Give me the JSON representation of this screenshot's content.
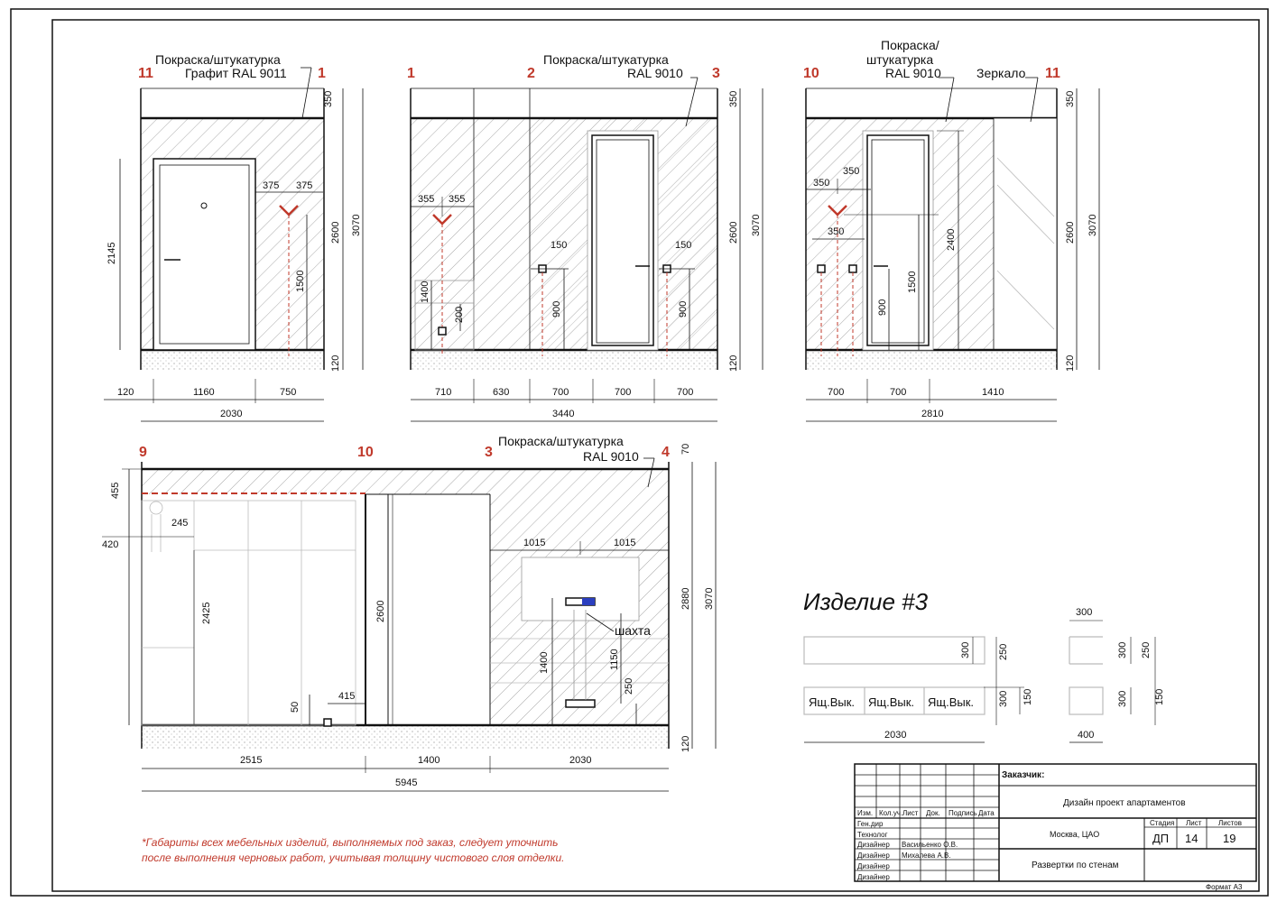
{
  "colors": {
    "ink": "#111111",
    "accent_red": "#c0392b",
    "hatch": "#9a9a9a",
    "riser_blue": "#2b3fbf"
  },
  "elevation_1": {
    "axis_left": "11",
    "axis_right": "1",
    "finish_line1": "Покраска/штукатурка",
    "finish_line2": "Графит RAL 9011",
    "h_top": "350",
    "h_wall": "2600",
    "h_total": "3070",
    "h_floor": "120",
    "door_h": "2145",
    "lamp_left": "375",
    "lamp_right": "375",
    "lamp_h": "1500",
    "w_a": "120",
    "w_b": "1160",
    "w_c": "750",
    "w_total": "2030"
  },
  "elevation_2": {
    "axis_1": "1",
    "axis_2": "2",
    "axis_3": "3",
    "finish_line1": "Покраска/штукатурка",
    "finish_line2": "RAL 9010",
    "h_top": "350",
    "h_wall": "2600",
    "h_total": "3070",
    "h_floor": "120",
    "lamp_left": "355",
    "lamp_right": "355",
    "d_1400": "1400",
    "d_200": "200",
    "sw_left": "150",
    "sw_right": "150",
    "sw_h_left": "900",
    "sw_h_right": "900",
    "w_a": "710",
    "w_b": "630",
    "w_c": "700",
    "w_d": "700",
    "w_e": "700",
    "w_total": "3440"
  },
  "elevation_3": {
    "axis_left": "10",
    "axis_right": "11",
    "finish_line1": "Покраска/",
    "finish_line2": "штукатурка",
    "finish_line3": "RAL 9010",
    "mirror_label": "Зеркало",
    "h_top": "350",
    "h_wall": "2600",
    "h_total": "3070",
    "h_floor": "120",
    "d_350a": "350",
    "d_350b": "350",
    "d_350c": "350",
    "d_2400": "2400",
    "d_1500": "1500",
    "d_900": "900",
    "w_a": "700",
    "w_b": "700",
    "w_c": "1410",
    "w_total": "2810"
  },
  "elevation_4": {
    "axis_9": "9",
    "axis_10": "10",
    "axis_3": "3",
    "axis_4": "4",
    "finish_line1": "Покраска/штукатурка",
    "finish_line2": "RAL 9010",
    "h_top": "70",
    "h_wall": "2880",
    "h_total": "3070",
    "h_floor": "120",
    "d_455": "455",
    "d_245": "245",
    "d_420": "420",
    "d_2425": "2425",
    "d_2600": "2600",
    "d_415": "415",
    "d_50": "50",
    "d_1015a": "1015",
    "d_1015b": "1015",
    "d_1400": "1400",
    "d_1150": "1150",
    "d_250": "250",
    "shaft_label": "шахта",
    "w_a": "2515",
    "w_b": "1400",
    "w_c": "2030",
    "w_total": "5945"
  },
  "product": {
    "title": "Изделие #3",
    "d_300a": "300",
    "d_250a": "250",
    "d_300b": "300",
    "d_150a": "150",
    "drawer_1": "Ящ.Вык.",
    "drawer_2": "Ящ.Вык.",
    "drawer_3": "Ящ.Вык.",
    "w_total": "2030",
    "side_top": "300",
    "side_300a": "300",
    "side_250": "250",
    "side_300b": "300",
    "side_150": "150",
    "side_w": "400"
  },
  "note": {
    "line1": "*Габариты всех мебельных изделий, выполняемых под заказ, следует уточнить",
    "line2": "после выполнения черновых работ, учитывая толщину чистового слоя отделки."
  },
  "title_block": {
    "customer": "Заказчик:",
    "project": "Дизайн проект апартаментов",
    "location": "Москва, ЦАО",
    "sheet_title": "Развертки по стенам",
    "col_izm": "Изм.",
    "col_koluch": "Кол.уч.",
    "col_list": "Лист",
    "col_dok": "Док.",
    "col_podp": "Подпись",
    "col_data": "Дата",
    "row_1": "Ген.дир",
    "row_2": "Технолог",
    "row_3": "Дизайнер",
    "row_3_name": "Васильенко О.В.",
    "row_4": "Дизайнер",
    "row_4_name": "Михалева А.В.",
    "row_5": "Дизайнер",
    "row_6": "Дизайнер",
    "stage_label": "Стадия",
    "sheet_label": "Лист",
    "sheets_label": "Листов",
    "stage": "ДП",
    "sheet": "14",
    "sheets": "19",
    "format": "Формат А3"
  }
}
